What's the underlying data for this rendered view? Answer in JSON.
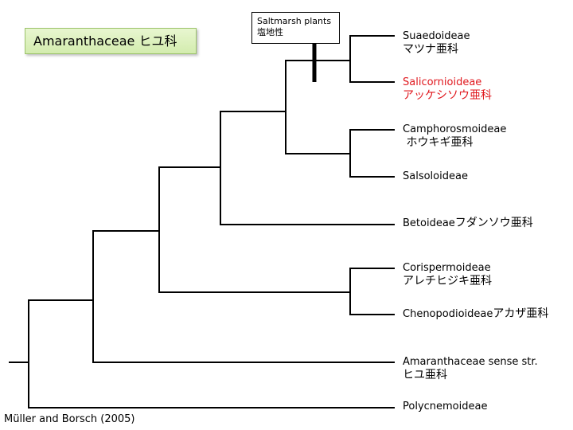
{
  "title": "Amaranthaceae ヒユ科",
  "annotation": {
    "line1": "Saltmarsh plants",
    "line2": "塩地性"
  },
  "leaves": [
    {
      "latin": "Suaedoideae",
      "japanese": "マツナ亜科",
      "highlight": false
    },
    {
      "latin": "Salicornioideae",
      "japanese": "アッケシソウ亜科",
      "highlight": true
    },
    {
      "latin": "Camphorosmoideae",
      "japanese": " ホウキギ亜科",
      "highlight": false
    },
    {
      "latin": "Salsoloideae",
      "japanese": "",
      "highlight": false
    },
    {
      "latin": "Betoideae",
      "japanese": "フダンソウ亜科",
      "highlight": false
    },
    {
      "latin": "Corispermoideae",
      "japanese": "アレチヒジキ亜科",
      "highlight": false
    },
    {
      "latin": "Chenopodioideae",
      "japanese": "アカザ亜科",
      "highlight": false
    },
    {
      "latin": "Amaranthaceae sense str.",
      "japanese": "ヒユ亜科",
      "highlight": false
    },
    {
      "latin": "Polycnemoideae",
      "japanese": "",
      "highlight": false
    }
  ],
  "tree_newick": "(((((((Suaedoideae,Salicornioideae)[Saltmarsh plants],(Camphorosmoideae,Salsoloideae)),Betoideae),(Corispermoideae,Chenopodioideae)),Amaranthaceae sense str.),Polycnemoideae));",
  "highlight_color": "#e0181e",
  "citation": "Müller and Borsch (2005)"
}
